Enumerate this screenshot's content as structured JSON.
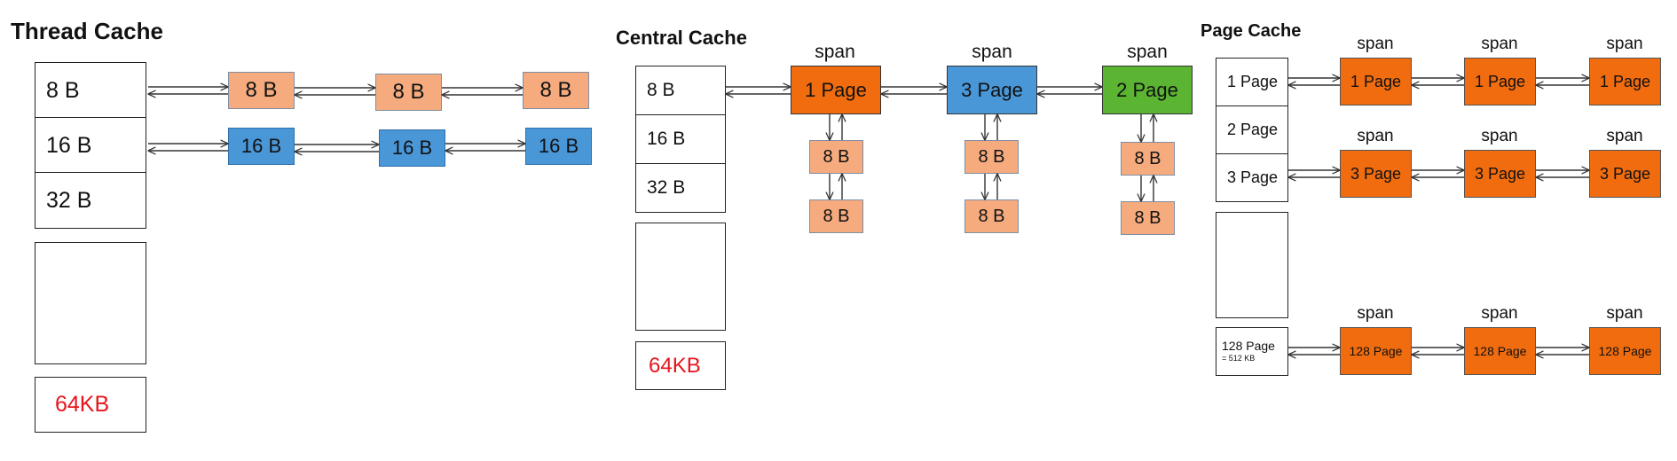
{
  "thread_cache": {
    "title": "Thread Cache",
    "rows": [
      "8 B",
      "16 B",
      "32 B"
    ],
    "last_row": "64KB",
    "list_8b": [
      "8 B",
      "8 B",
      "8 B"
    ],
    "list_16b": [
      "16 B",
      "16 B",
      "16 B"
    ]
  },
  "central_cache": {
    "title": "Central Cache",
    "rows": [
      "8 B",
      "16 B",
      "32 B"
    ],
    "last_row": "64KB",
    "spans": [
      {
        "label": "span",
        "block": "1 Page",
        "color": "#f06c0f",
        "objects": [
          "8 B",
          "8 B"
        ]
      },
      {
        "label": "span",
        "block": "3 Page",
        "color": "#4a97d8",
        "objects": [
          "8 B",
          "8 B"
        ]
      },
      {
        "label": "span",
        "block": "2 Page",
        "color": "#5bb432",
        "objects": [
          "8 B",
          "8 B"
        ]
      }
    ]
  },
  "page_cache": {
    "title": "Page Cache",
    "rows": [
      "1 Page",
      "2 Page",
      "3 Page"
    ],
    "last_row": "128 Page",
    "last_row_note": "= 512 KB",
    "span_label": "span",
    "list_1page": [
      "1 Page",
      "1 Page",
      "1 Page"
    ],
    "list_3page": [
      "3 Page",
      "3 Page",
      "3 Page"
    ],
    "list_128page": [
      "128 Page",
      "128 Page",
      "128 Page"
    ]
  },
  "colors": {
    "salmon": "#f5ab7e",
    "blue": "#4a97d8",
    "orange": "#f06c0f",
    "green": "#5bb432",
    "red_text": "#e4151d"
  }
}
